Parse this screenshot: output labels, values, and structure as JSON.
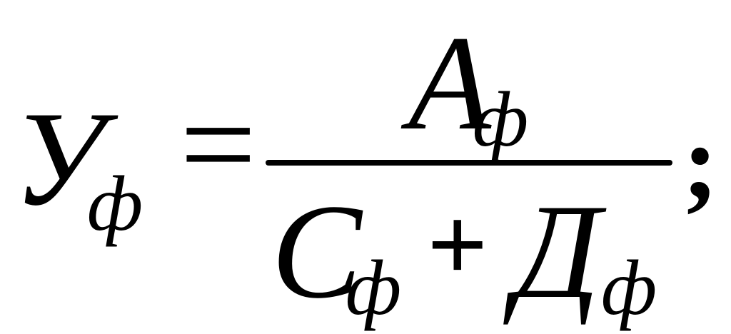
{
  "formula": {
    "lhs": {
      "symbol": "У",
      "subscript": "ф"
    },
    "equals": "=",
    "numerator": {
      "symbol": "А",
      "subscript": "ф"
    },
    "denominator": {
      "term1": {
        "symbol": "С",
        "subscript": "ф"
      },
      "plus": "+",
      "term2": {
        "symbol": "Д",
        "subscript": "ф"
      }
    },
    "terminator": ";"
  }
}
